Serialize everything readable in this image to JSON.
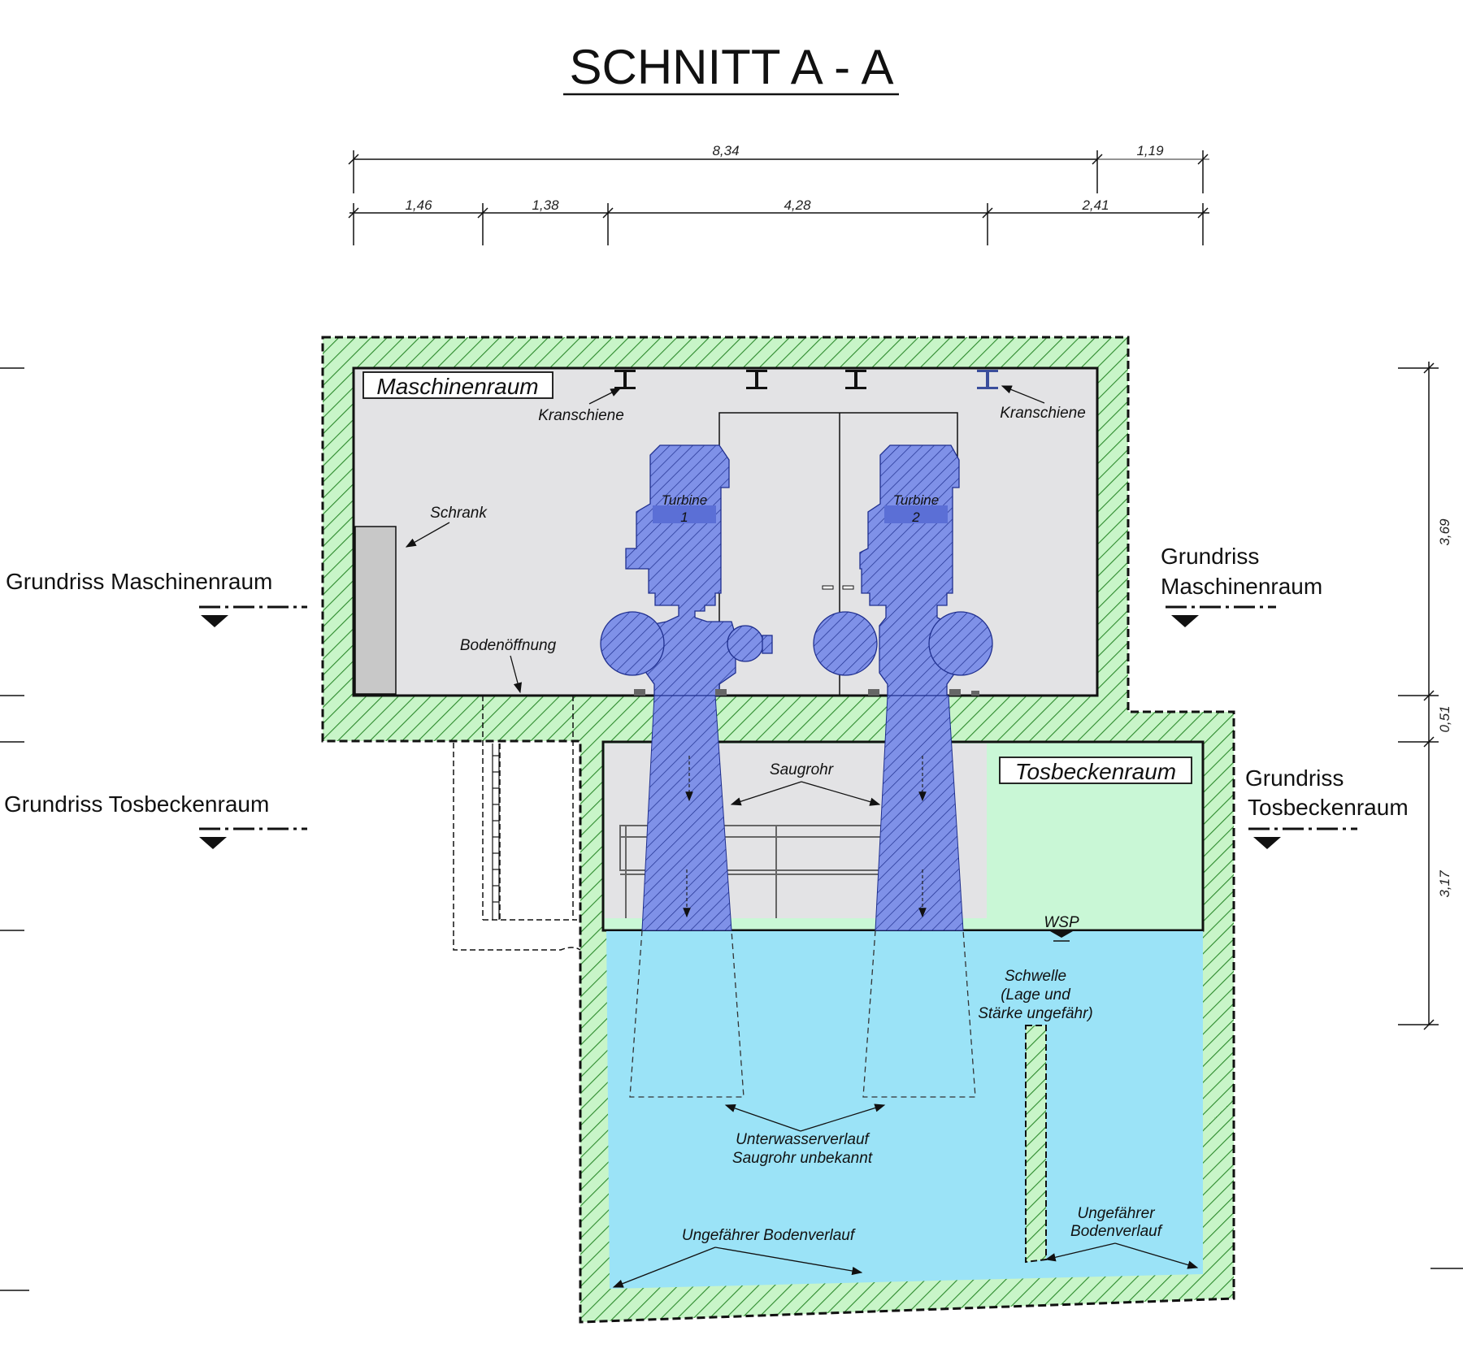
{
  "title": "SCHNITT A - A",
  "dimensions_top": {
    "row1": [
      "8,34",
      "1,19"
    ],
    "row2": [
      "1,46",
      "1,38",
      "4,28",
      "2,41"
    ]
  },
  "dimensions_right": [
    "3,69",
    "0,51",
    "3,17"
  ],
  "rooms": {
    "machine": "Maschinenraum",
    "basin": "Tosbeckenraum"
  },
  "labels": {
    "crane_rail_left": "Kranschiene",
    "crane_rail_right": "Kranschiene",
    "cabinet": "Schrank",
    "floor_opening": "Bodenöffnung",
    "turbine1_line1": "Turbine",
    "turbine1_line2": "1",
    "turbine2_line1": "Turbine",
    "turbine2_line2": "2",
    "draft_tube": "Saugrohr",
    "water_level": "WSP",
    "sill_line1": "Schwelle",
    "sill_line2": "(Lage und",
    "sill_line3": "Stärke ungefähr)",
    "tailwater_line1": "Unterwasserverlauf",
    "tailwater_line2": "Saugrohr unbekannt",
    "floor_course_left": "Ungefährer Bodenverlauf",
    "floor_course_right_line1": "Ungefährer",
    "floor_course_right_line2": "Bodenverlauf"
  },
  "plan_markers": {
    "left_machine": "Grundriss Maschinenraum",
    "left_basin": "Grundriss Tosbeckenraum",
    "right_machine_line1": "Grundriss",
    "right_machine_line2": "Maschinenraum",
    "right_basin_line1": "Grundriss",
    "right_basin_line2": "Tosbeckenraum"
  },
  "colors": {
    "concrete": "#c8f5c8",
    "concrete_hatch": "#2c8a2c",
    "machine_room": "#e3e3e5",
    "turbine": "#7f91e8",
    "turbine_hatch": "#1f2f8f",
    "water": "#9be3f7",
    "basin_air": "#c9f7d6",
    "cabinet": "#c8c8c8"
  }
}
